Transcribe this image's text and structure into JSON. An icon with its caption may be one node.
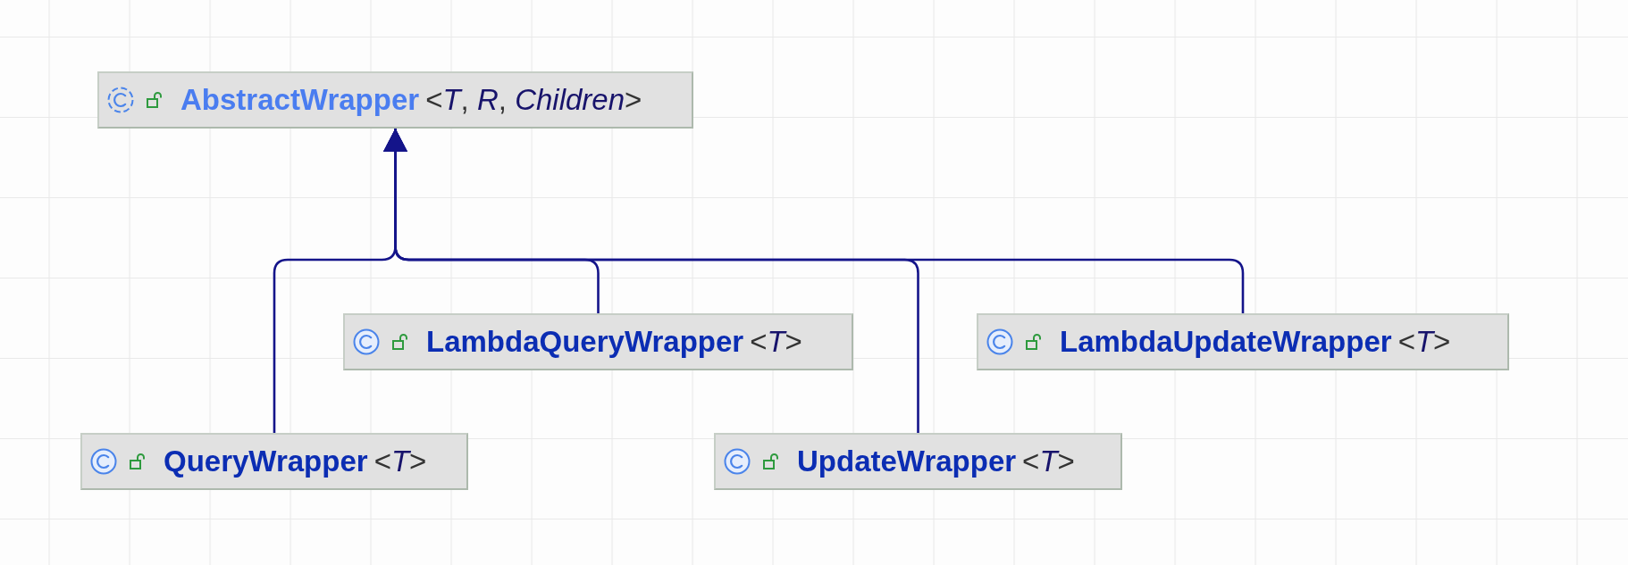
{
  "diagram": {
    "nodes": [
      {
        "text": [
          "AbstractWrapper",
          "<*T*, *R*, *Children*>"
        ]
      },
      {
        "text": [
          "LambdaQueryWrapper",
          "<*T*>"
        ]
      },
      {
        "text": [
          "LambdaUpdateWrapper",
          "<*T*>"
        ]
      },
      {
        "text": [
          "QueryWrapper",
          "<*T*>"
        ]
      },
      {
        "text": [
          "UpdateWrapper",
          "<*T*>"
        ]
      }
    ],
    "edges": [
      {
        "from": 1,
        "to": 0,
        "arrow": "to"
      },
      {
        "from": 2,
        "to": 0,
        "arrow": "to"
      },
      {
        "from": 3,
        "to": 0,
        "arrow": "to"
      },
      {
        "from": 4,
        "to": 0,
        "arrow": "to"
      }
    ]
  }
}
